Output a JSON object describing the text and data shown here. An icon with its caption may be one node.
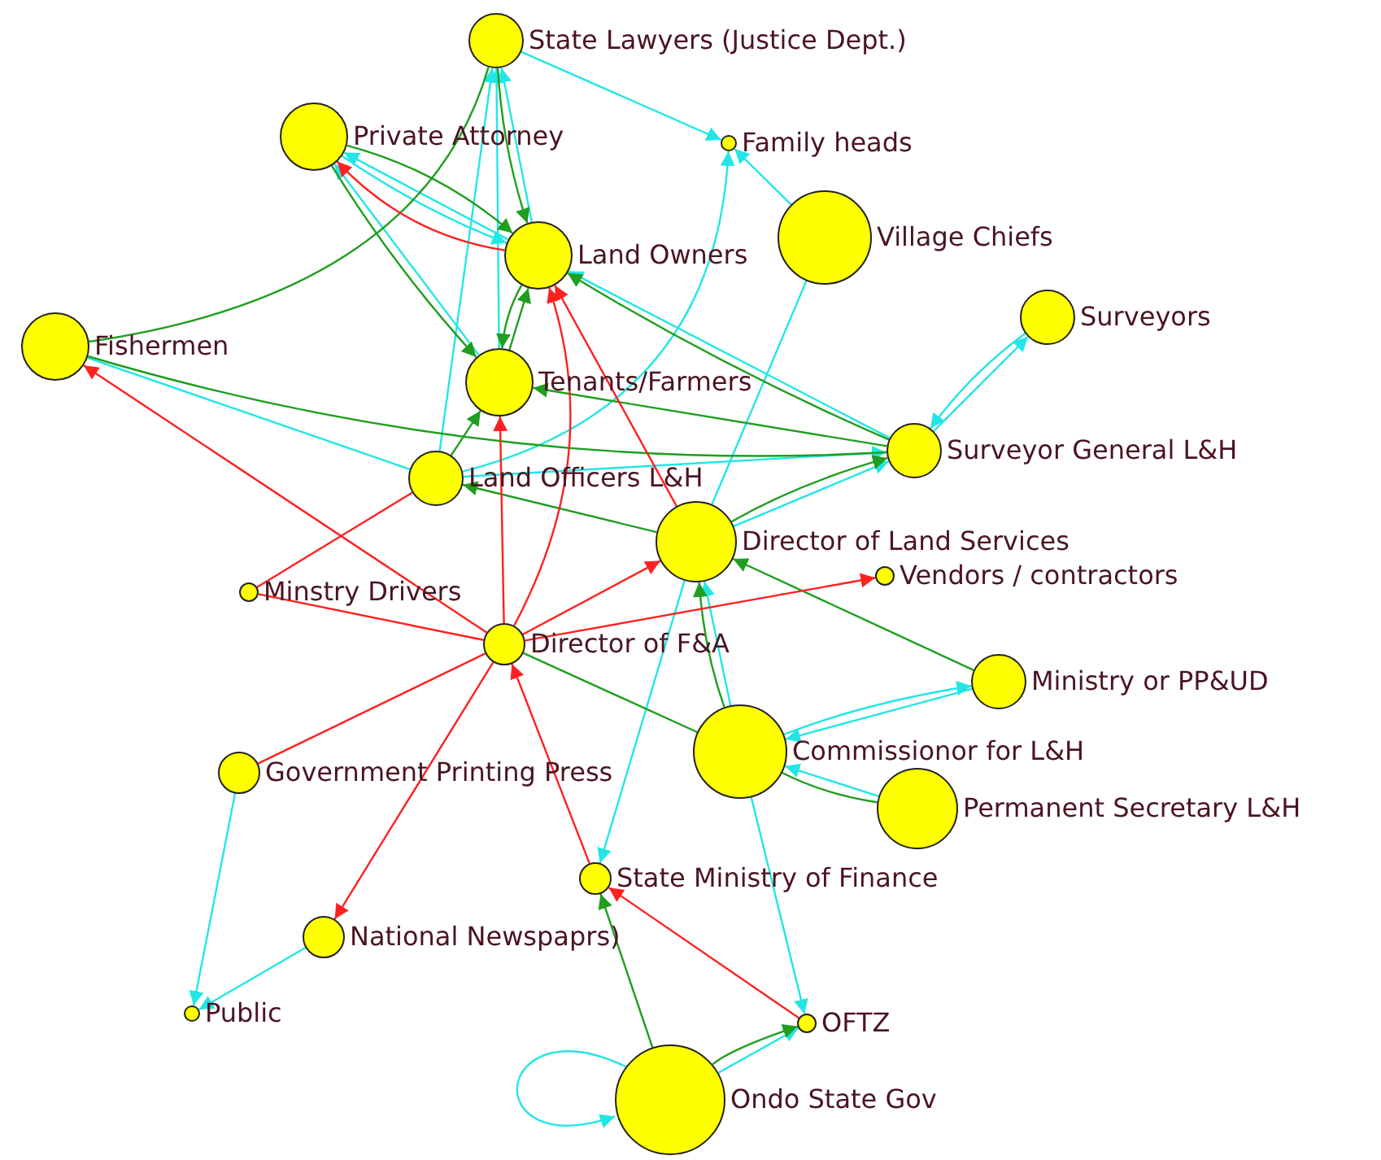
{
  "diagram": {
    "nodes": [
      {
        "text": [],
        "shape": "circle",
        "beside": [
          "State Lawyers (Justice Dept.)"
        ]
      },
      {
        "text": [],
        "shape": "circle",
        "beside": [
          "Private Attorney"
        ]
      },
      {
        "text": [],
        "shape": "circle",
        "beside": [
          "Family heads"
        ]
      },
      {
        "text": [],
        "shape": "circle",
        "beside": [
          "Village Chiefs"
        ]
      },
      {
        "text": [],
        "shape": "circle",
        "beside": [
          "Land Owners"
        ]
      },
      {
        "text": [],
        "shape": "circle",
        "beside": [
          "Fishermen"
        ]
      },
      {
        "text": [],
        "shape": "circle",
        "beside": [
          "Surveyors"
        ]
      },
      {
        "text": [],
        "shape": "circle",
        "beside": [
          "Tenants/Farmers"
        ]
      },
      {
        "text": [],
        "shape": "circle",
        "beside": [
          "Surveyor General L&H"
        ]
      },
      {
        "text": [],
        "shape": "circle",
        "beside": [
          "Land Officers L&H"
        ]
      },
      {
        "text": [],
        "shape": "circle",
        "beside": [
          "Director of Land Services"
        ]
      },
      {
        "text": [],
        "shape": "circle",
        "beside": [
          "Minstry Drivers"
        ]
      },
      {
        "text": [],
        "shape": "circle",
        "beside": [
          "Vendors / contractors"
        ]
      },
      {
        "text": [],
        "shape": "circle",
        "beside": [
          "Director of F&A"
        ]
      },
      {
        "text": [],
        "shape": "circle",
        "beside": [
          "Ministry or PP&UD"
        ]
      },
      {
        "text": [],
        "shape": "circle",
        "beside": [
          "Government Printing Press"
        ]
      },
      {
        "text": [],
        "shape": "circle",
        "beside": [
          "Commissionor for L&H"
        ]
      },
      {
        "text": [],
        "shape": "circle",
        "beside": [
          "Permanent Secretary L&H"
        ]
      },
      {
        "text": [],
        "shape": "circle",
        "beside": [
          "State Ministry of Finance"
        ]
      },
      {
        "text": [],
        "shape": "circle",
        "beside": [
          "National Newspaprs)"
        ]
      },
      {
        "text": [],
        "shape": "circle",
        "beside": [
          "Public"
        ]
      },
      {
        "text": [],
        "shape": "circle",
        "beside": [
          "OFTZ"
        ]
      },
      {
        "text": [],
        "shape": "circle",
        "beside": [
          "Ondo State Gov"
        ]
      }
    ],
    "edges": [
      {
        "from": 9,
        "to": 0,
        "arrow": "to"
      },
      {
        "from": 7,
        "to": 0,
        "arrow": "to"
      },
      {
        "from": 4,
        "to": 0,
        "arrow": "to"
      },
      {
        "from": 0,
        "to": 2,
        "arrow": "to"
      },
      {
        "from": 3,
        "to": 2,
        "arrow": "to"
      },
      {
        "from": 9,
        "to": 2,
        "arrow": "to"
      },
      {
        "from": 8,
        "to": 4,
        "arrow": "to"
      },
      {
        "from": 4,
        "to": 1,
        "arrow": "to"
      },
      {
        "from": 7,
        "to": 1,
        "arrow": "to"
      },
      {
        "from": 1,
        "to": 4,
        "arrow": "to"
      },
      {
        "from": 8,
        "to": 6,
        "arrow": "to"
      },
      {
        "from": 6,
        "to": 8,
        "arrow": "to"
      },
      {
        "from": 9,
        "to": 8,
        "arrow": "to"
      },
      {
        "from": 10,
        "to": 8,
        "arrow": "to"
      },
      {
        "from": 3,
        "to": 10,
        "arrow": "none"
      },
      {
        "from": 9,
        "to": 5,
        "arrow": "none"
      },
      {
        "from": 16,
        "to": 10,
        "arrow": "to"
      },
      {
        "from": 14,
        "to": 16,
        "arrow": "to"
      },
      {
        "from": 16,
        "to": 14,
        "arrow": "to"
      },
      {
        "from": 17,
        "to": 16,
        "arrow": "to"
      },
      {
        "from": 10,
        "to": 18,
        "arrow": "to"
      },
      {
        "from": 16,
        "to": 21,
        "arrow": "to"
      },
      {
        "from": 15,
        "to": 20,
        "arrow": "to"
      },
      {
        "from": 19,
        "to": 20,
        "arrow": "to"
      },
      {
        "from": 22,
        "to": 22,
        "arrow": "to"
      },
      {
        "from": 22,
        "to": 21,
        "arrow": "to"
      },
      {
        "from": 1,
        "to": 7,
        "arrow": "to",
        "color": "#1f9e1f"
      },
      {
        "from": 0,
        "to": 4,
        "arrow": "to",
        "color": "#1f9e1f"
      },
      {
        "from": 7,
        "to": 4,
        "arrow": "to",
        "color": "#1f9e1f"
      },
      {
        "from": 4,
        "to": 7,
        "arrow": "to",
        "color": "#1f9e1f"
      },
      {
        "from": 9,
        "to": 7,
        "arrow": "to",
        "color": "#1f9e1f"
      },
      {
        "from": 8,
        "to": 5,
        "arrow": "none",
        "color": "#1f9e1f"
      },
      {
        "from": 8,
        "to": 7,
        "arrow": "to",
        "color": "#1f9e1f"
      },
      {
        "from": 8,
        "to": 4,
        "arrow": "to",
        "color": "#1f9e1f"
      },
      {
        "from": 10,
        "to": 9,
        "arrow": "to",
        "color": "#1f9e1f"
      },
      {
        "from": 10,
        "to": 8,
        "arrow": "to",
        "color": "#1f9e1f"
      },
      {
        "from": 16,
        "to": 10,
        "arrow": "to",
        "color": "#1f9e1f"
      },
      {
        "from": 14,
        "to": 10,
        "arrow": "to",
        "color": "#1f9e1f"
      },
      {
        "from": 13,
        "to": 16,
        "arrow": "none",
        "color": "#1f9e1f"
      },
      {
        "from": 17,
        "to": 16,
        "arrow": "none",
        "color": "#1f9e1f"
      },
      {
        "from": 22,
        "to": 18,
        "arrow": "to",
        "color": "#1f9e1f"
      },
      {
        "from": 22,
        "to": 21,
        "arrow": "to",
        "color": "#1f9e1f"
      },
      {
        "from": 0,
        "to": 5,
        "arrow": "none",
        "color": "#1f9e1f"
      },
      {
        "from": 1,
        "to": 4,
        "arrow": "to",
        "color": "#1f9e1f"
      },
      {
        "from": 4,
        "to": 1,
        "arrow": "to",
        "color": "#ff2020"
      },
      {
        "from": 13,
        "to": 4,
        "arrow": "to",
        "color": "#ff2020"
      },
      {
        "from": 10,
        "to": 4,
        "arrow": "to",
        "color": "#ff2020"
      },
      {
        "from": 13,
        "to": 7,
        "arrow": "to",
        "color": "#ff2020"
      },
      {
        "from": 13,
        "to": 5,
        "arrow": "to",
        "color": "#ff2020"
      },
      {
        "from": 13,
        "to": 10,
        "arrow": "to",
        "color": "#ff2020"
      },
      {
        "from": 13,
        "to": 12,
        "arrow": "to",
        "color": "#ff2020"
      },
      {
        "from": 13,
        "to": 19,
        "arrow": "to",
        "color": "#ff2020"
      },
      {
        "from": 18,
        "to": 13,
        "arrow": "to",
        "color": "#ff2020"
      },
      {
        "from": 21,
        "to": 18,
        "arrow": "to",
        "color": "#ff2020"
      },
      {
        "from": 13,
        "to": 15,
        "arrow": "none",
        "color": "#ff2020"
      },
      {
        "from": 11,
        "to": 9,
        "arrow": "none",
        "color": "#ff2020"
      },
      {
        "from": 13,
        "to": 11,
        "arrow": "none",
        "color": "#ff2020"
      }
    ]
  }
}
